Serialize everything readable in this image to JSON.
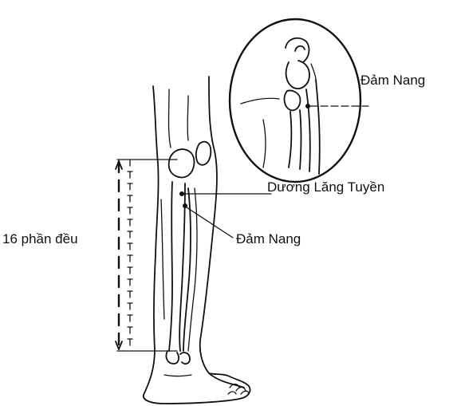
{
  "labels": {
    "inset_point": "Đảm Nang",
    "knee_point": "Dương Lăng Tuyền",
    "leg_point": "Đảm Nang",
    "scale": "16 phần đều"
  },
  "colors": {
    "ink": "#111111",
    "background": "#ffffff"
  }
}
